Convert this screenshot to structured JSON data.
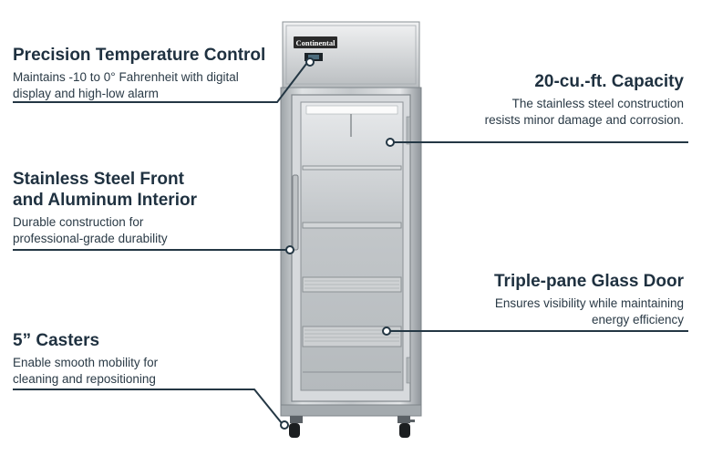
{
  "callouts": {
    "temperature": {
      "title": "Precision Temperature Control",
      "text": "Maintains -10 to 0° Fahrenheit with digital display and high-low alarm"
    },
    "steel": {
      "title": "Stainless Steel Front and Aluminum Interior",
      "text": "Durable construction for professional-grade durability"
    },
    "casters": {
      "title": "5” Casters",
      "text": "Enable smooth mobility for cleaning and repositioning"
    },
    "capacity": {
      "title": "20-cu.-ft. Capacity",
      "text": "The stainless steel construction resists minor damage and corrosion."
    },
    "glass": {
      "title": "Triple-pane Glass Door",
      "text": "Ensures visibility while maintaining energy efficiency"
    }
  },
  "product": {
    "brand": "Continental"
  },
  "colors": {
    "text": "#1f3140",
    "leader_line": "#243744",
    "steel": "#c9cdd0"
  }
}
